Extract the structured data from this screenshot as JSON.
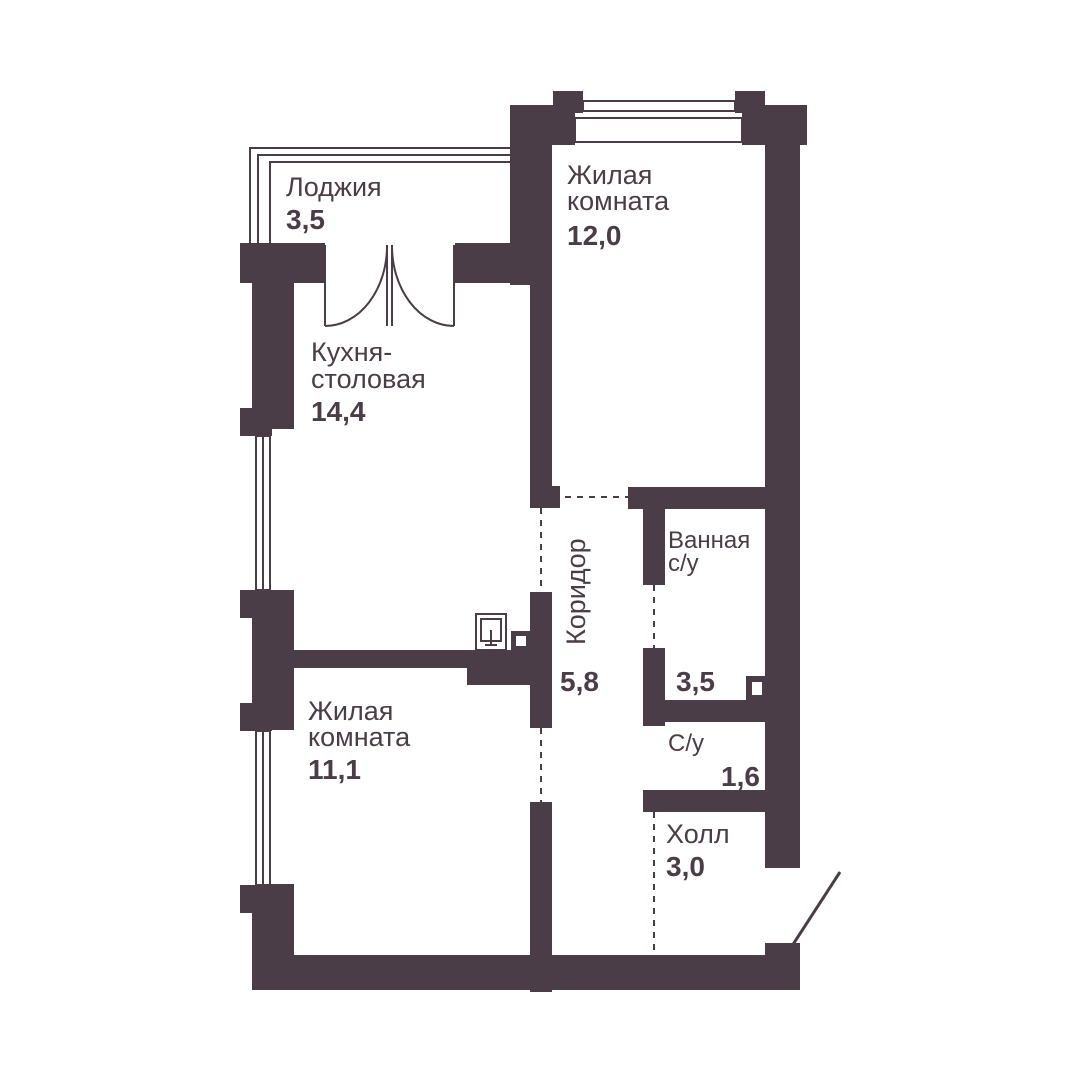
{
  "colors": {
    "wall": "#4a3d47",
    "background": "#ffffff",
    "text": "#4a3d47"
  },
  "rooms": {
    "loggia": {
      "name": "Лоджия",
      "area": "3,5"
    },
    "bedroom_top": {
      "name_line1": "Жилая",
      "name_line2": "комната",
      "area": "12,0"
    },
    "kitchen": {
      "name_line1": "Кухня-",
      "name_line2": "столовая",
      "area": "14,4"
    },
    "corridor": {
      "name": "Коридор",
      "area": "5,8"
    },
    "bathroom": {
      "name_line1": "Ванная",
      "name_line2": "с/у",
      "area": "3,5"
    },
    "bedroom_bottom": {
      "name_line1": "Жилая",
      "name_line2": "комната",
      "area": "11,1"
    },
    "toilet": {
      "name": "С/у",
      "area": "1,6"
    },
    "hall": {
      "name": "Холл",
      "area": "3,0"
    }
  }
}
